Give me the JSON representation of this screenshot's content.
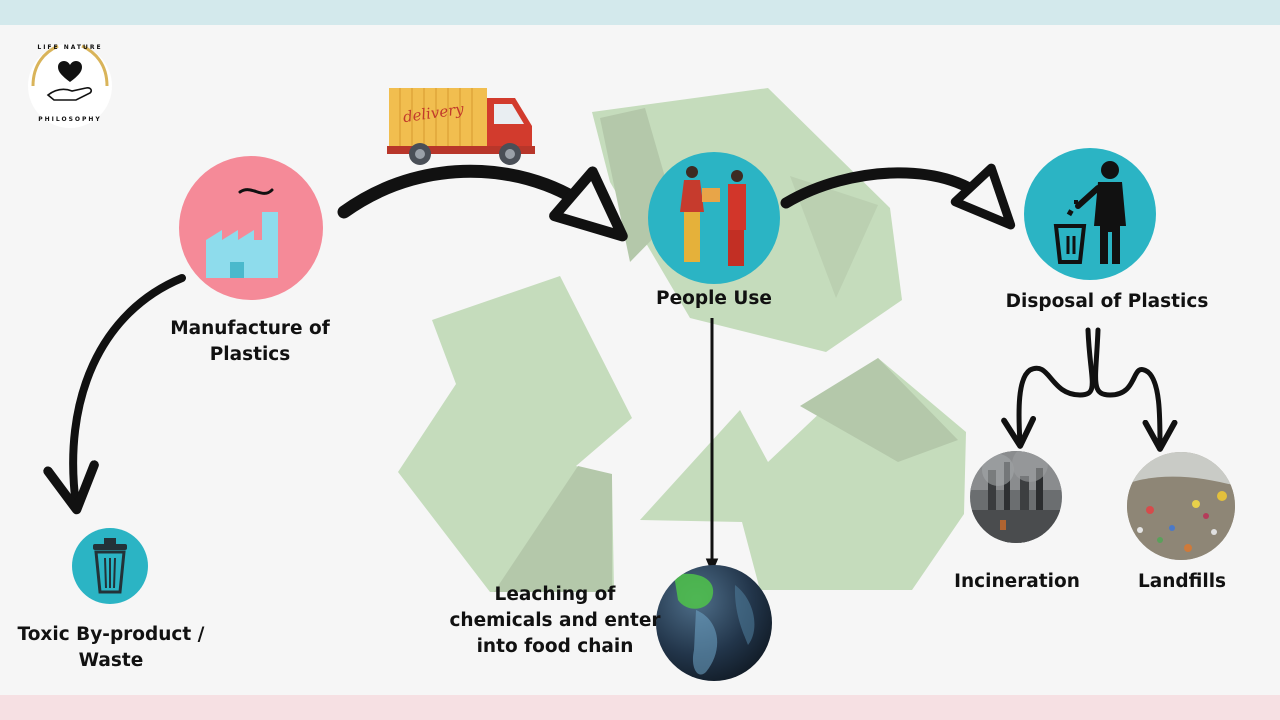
{
  "logo": {
    "text_top": "LIFE NATURE",
    "text_bottom": "PHILOSOPHY",
    "icon": "heart-in-hand-icon"
  },
  "truck": {
    "label": "delivery",
    "icon": "delivery-truck-icon"
  },
  "nodes": {
    "manufacture": {
      "label": "Manufacture of\nPlastics",
      "icon": "factory-icon"
    },
    "people_use": {
      "label": "People Use",
      "icon": "people-exchanging-box-icon"
    },
    "disposal": {
      "label": "Disposal of Plastics",
      "icon": "person-throwing-trash-icon"
    },
    "toxic": {
      "label": "Toxic By-product /\nWaste",
      "icon": "trash-can-icon"
    },
    "leaching": {
      "label": "Leaching of\nchemicals and enter\ninto food chain",
      "icon": "earth-icon"
    },
    "incineration": {
      "label": "Incineration",
      "icon": "smoke-stack-photo"
    },
    "landfills": {
      "label": "Landfills",
      "icon": "garbage-pile-photo"
    }
  },
  "background_symbol": "recycle-symbol",
  "colors": {
    "top_band": "#d3e9ec",
    "bottom_band": "#f6e0e3",
    "teal": "#2bb4c4",
    "pink": "#f58a98",
    "recycle_green": "#c5dcbc",
    "recycle_shade": "#b4c8aa"
  }
}
